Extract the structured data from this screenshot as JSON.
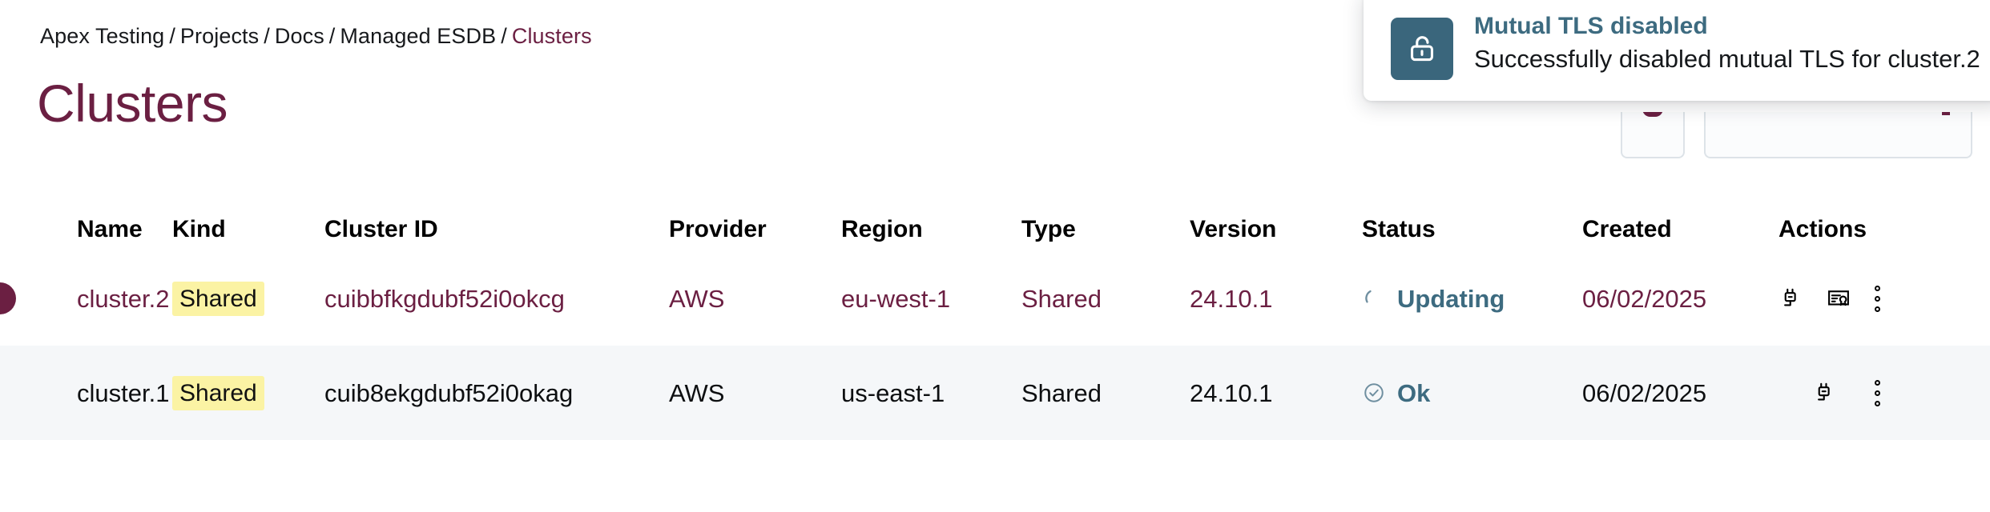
{
  "breadcrumb": {
    "items": [
      {
        "label": "Apex Testing",
        "current": false
      },
      {
        "label": "Projects",
        "current": false
      },
      {
        "label": "Docs",
        "current": false
      },
      {
        "label": "Managed ESDB",
        "current": false
      },
      {
        "label": "Clusters",
        "current": true
      }
    ],
    "separator": "/"
  },
  "page": {
    "title": "Clusters"
  },
  "toast": {
    "title": "Mutual TLS disabled",
    "message": "Successfully disabled mutual TLS for cluster.2",
    "icon": "unlock-icon",
    "icon_bg": "#3a667c",
    "title_color": "#3d6b80"
  },
  "table": {
    "columns": [
      {
        "key": "name",
        "label": "Name"
      },
      {
        "key": "kind",
        "label": "Kind"
      },
      {
        "key": "cluster_id",
        "label": "Cluster ID"
      },
      {
        "key": "provider",
        "label": "Provider"
      },
      {
        "key": "region",
        "label": "Region"
      },
      {
        "key": "type",
        "label": "Type"
      },
      {
        "key": "version",
        "label": "Version"
      },
      {
        "key": "status",
        "label": "Status"
      },
      {
        "key": "created",
        "label": "Created"
      },
      {
        "key": "actions",
        "label": "Actions"
      }
    ],
    "rows": [
      {
        "name": "cluster.2",
        "kind": "Shared",
        "cluster_id": "cuibbfkgdubf52i0okcg",
        "provider": "AWS",
        "region": "eu-west-1",
        "type": "Shared",
        "version": "24.10.1",
        "status": "Updating",
        "status_icon": "spinner-icon",
        "created": "06/02/2025",
        "actions": [
          "connect-plug-icon",
          "certificate-icon",
          "more-options-icon"
        ],
        "highlighted": true
      },
      {
        "name": "cluster.1",
        "kind": "Shared",
        "cluster_id": "cuib8ekgdubf52i0okag",
        "provider": "AWS",
        "region": "us-east-1",
        "type": "Shared",
        "version": "24.10.1",
        "status": "Ok",
        "status_icon": "check-circle-icon",
        "created": "06/02/2025",
        "actions": [
          "connect-plug-icon",
          "more-options-icon"
        ],
        "highlighted": false
      }
    ]
  },
  "colors": {
    "accent_maroon": "#6b1f42",
    "status_teal": "#3d6b80",
    "badge_yellow": "#fbf3a4",
    "alt_row_bg": "#f5f7f9"
  }
}
